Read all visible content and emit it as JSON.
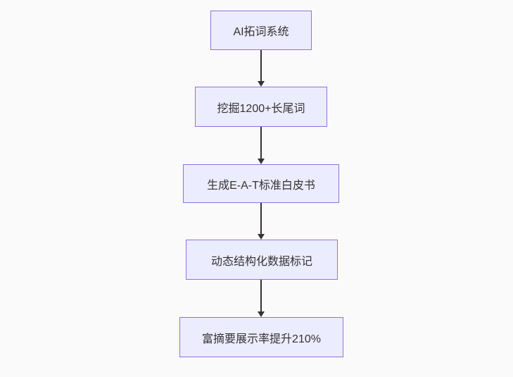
{
  "diagram": {
    "type": "flowchart-top-down",
    "title": "",
    "colors": {
      "background": "#fafafa",
      "node_fill": "#ECECFF",
      "node_border": "#9370DB",
      "arrow": "#333333",
      "text": "#333333"
    },
    "nodes": [
      {
        "id": "A",
        "label": "AI拓词系统"
      },
      {
        "id": "B",
        "label": "挖掘1200+长尾词"
      },
      {
        "id": "C",
        "label": "生成E-A-T标准白皮书"
      },
      {
        "id": "D",
        "label": "动态结构化数据标记"
      },
      {
        "id": "E",
        "label": "富摘要展示率提升210%"
      }
    ],
    "edges": [
      {
        "from": "A",
        "to": "B",
        "style": "arrow-down"
      },
      {
        "from": "B",
        "to": "C",
        "style": "arrow-down"
      },
      {
        "from": "C",
        "to": "D",
        "style": "arrow-down"
      },
      {
        "from": "D",
        "to": "E",
        "style": "arrow-down"
      }
    ]
  }
}
